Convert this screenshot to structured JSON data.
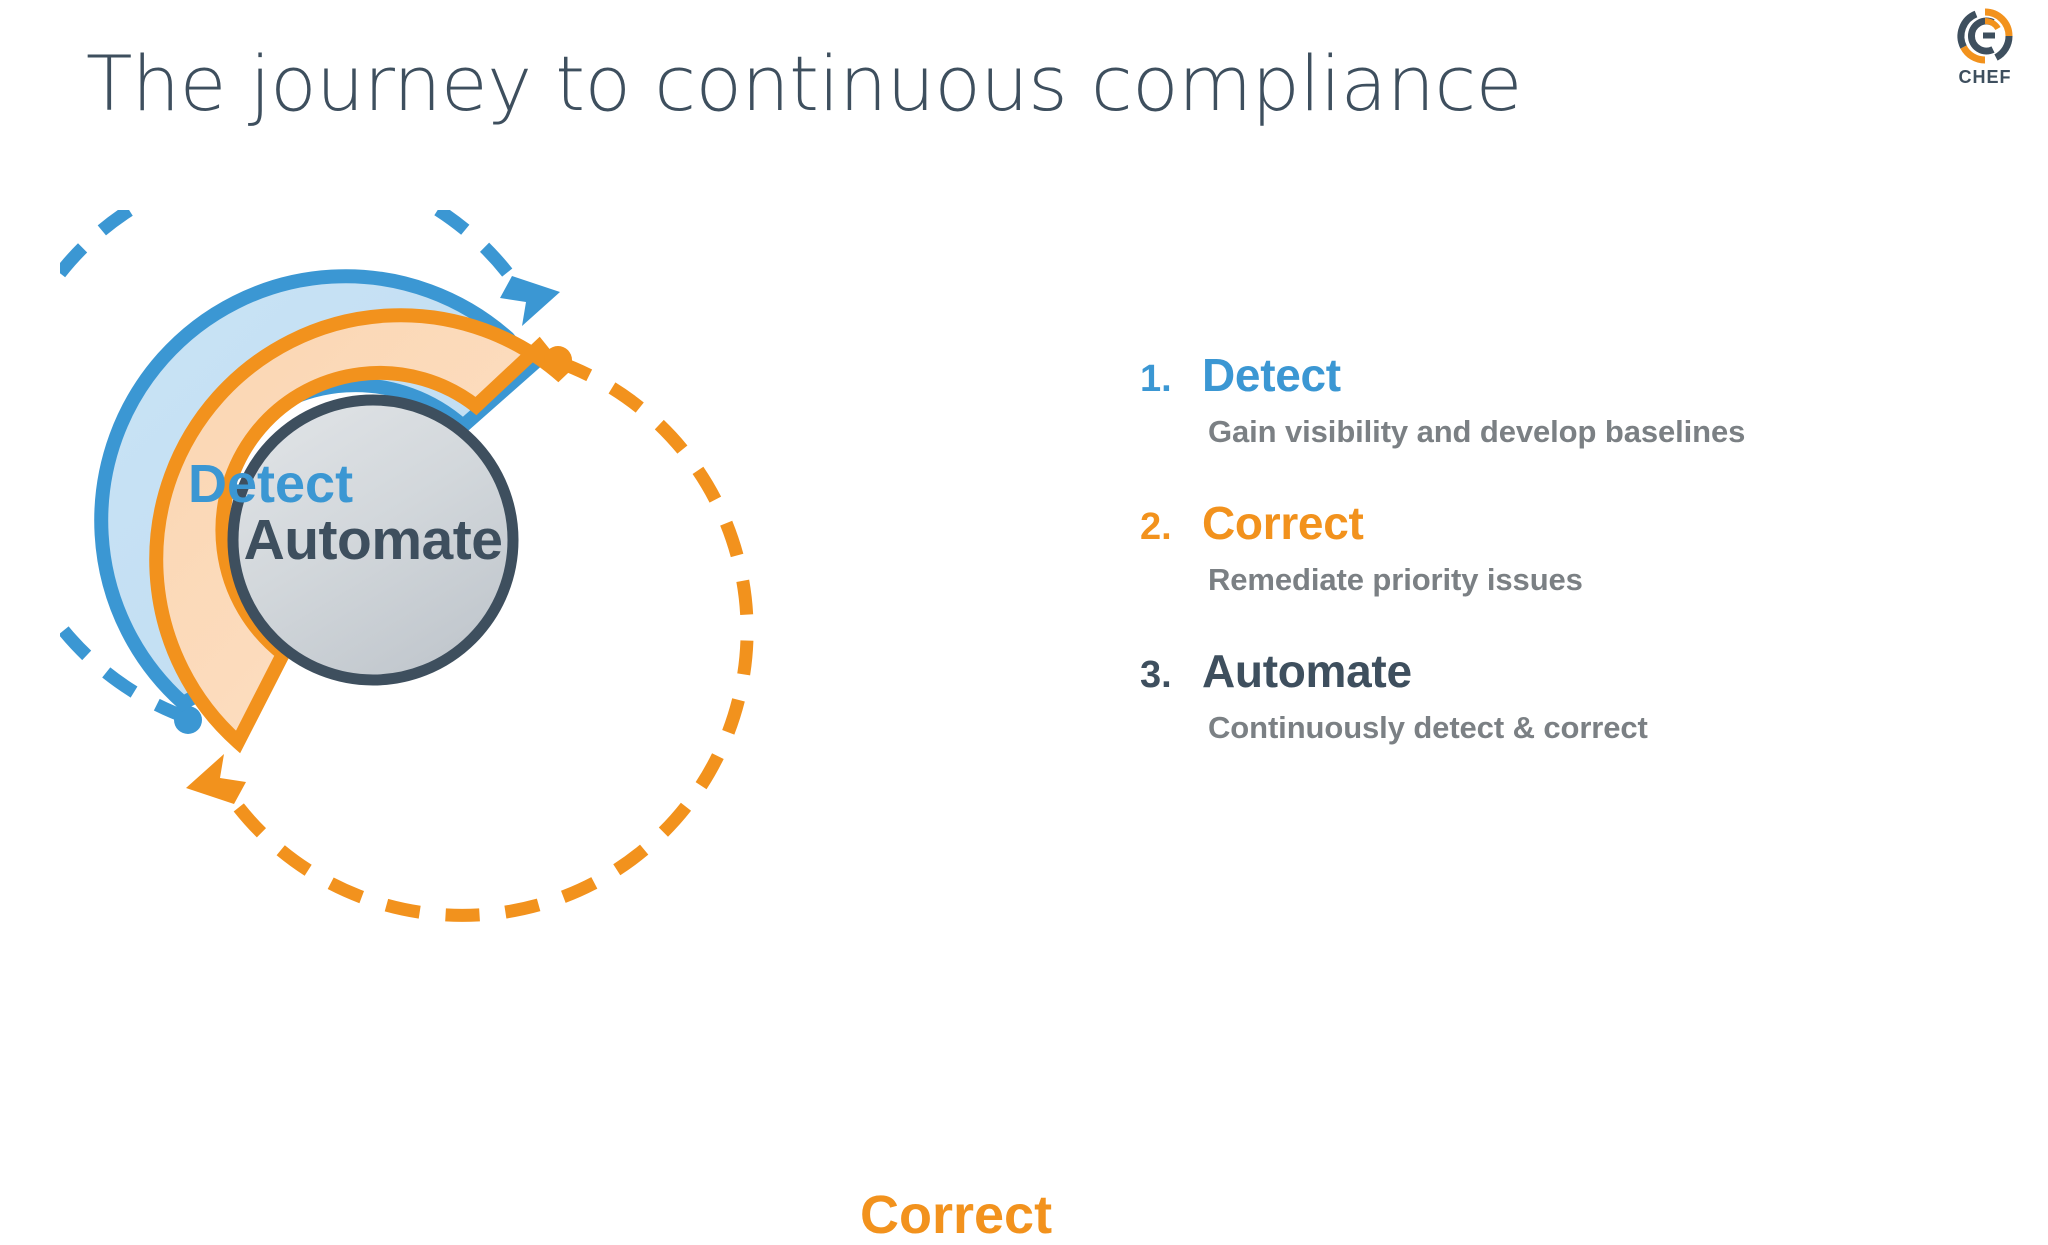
{
  "slide": {
    "title": "The journey to continuous compliance",
    "background": "#ffffff"
  },
  "logo": {
    "wordmark": "CHEF",
    "mark_name": "chef-circular-emblem",
    "colors": {
      "orange": "#f2921d",
      "slate": "#3e4f5e"
    }
  },
  "diagram": {
    "type": "cycle",
    "center_label": "Automate",
    "arcs": [
      {
        "name": "detect-arc",
        "label": "Detect",
        "color": "#3b97d3",
        "fill": "#c3e0f3",
        "direction": "clockwise",
        "position": "upper-left"
      },
      {
        "name": "correct-arc",
        "label": "Correct",
        "color": "#f2921d",
        "fill": "#fbdcbe",
        "direction": "clockwise",
        "position": "lower-right"
      }
    ],
    "center": {
      "fill_from": "#dfe2e5",
      "fill_to": "#c8ced3",
      "border": "#3e4f5e",
      "text_color": "#3e4f5e"
    }
  },
  "steps": [
    {
      "number": "1.",
      "title": "Detect",
      "description": "Gain visibility and develop baselines",
      "color": "#3b97d3",
      "color_class": "c-blue"
    },
    {
      "number": "2.",
      "title": "Correct",
      "description": "Remediate priority issues",
      "color": "#f2921d",
      "color_class": "c-orange"
    },
    {
      "number": "3.",
      "title": "Automate",
      "description": "Continuously detect & correct",
      "color": "#3e4f5e",
      "color_class": "c-slate"
    }
  ]
}
